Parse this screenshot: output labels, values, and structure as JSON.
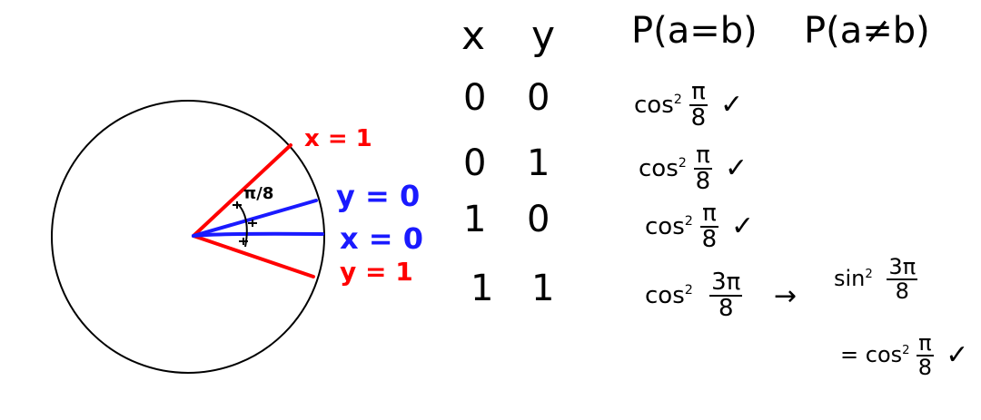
{
  "diagram": {
    "lines": {
      "x_eq_1": "x = 1",
      "y_eq_0": "y = 0",
      "x_eq_0": "x = 0",
      "y_eq_1": "y = 1"
    },
    "angle_label": "π/8",
    "colors": {
      "red": "#ff0000",
      "blue": "#1a1aff",
      "black": "#000000"
    }
  },
  "table": {
    "headers": {
      "x": "x",
      "y": "y",
      "p_equal": "P(a=b)",
      "p_not_equal": "P(a≠b)"
    },
    "rows": [
      {
        "x": "0",
        "y": "0",
        "func": "cos",
        "pow": "2",
        "num": "π",
        "den": "8",
        "check": "✓"
      },
      {
        "x": "0",
        "y": "1",
        "func": "cos",
        "pow": "2",
        "num": "π",
        "den": "8",
        "check": "✓"
      },
      {
        "x": "1",
        "y": "0",
        "func": "cos",
        "pow": "2",
        "num": "π",
        "den": "8",
        "check": "✓"
      },
      {
        "x": "1",
        "y": "1",
        "func": "cos",
        "pow": "2",
        "num": "3π",
        "den": "8"
      }
    ],
    "arrow": "→",
    "alt": {
      "func": "sin",
      "pow": "2",
      "num": "3π",
      "den": "8"
    },
    "equals": {
      "eq": "=",
      "func": "cos",
      "pow": "2",
      "num": "π",
      "den": "8",
      "check": "✓"
    }
  }
}
